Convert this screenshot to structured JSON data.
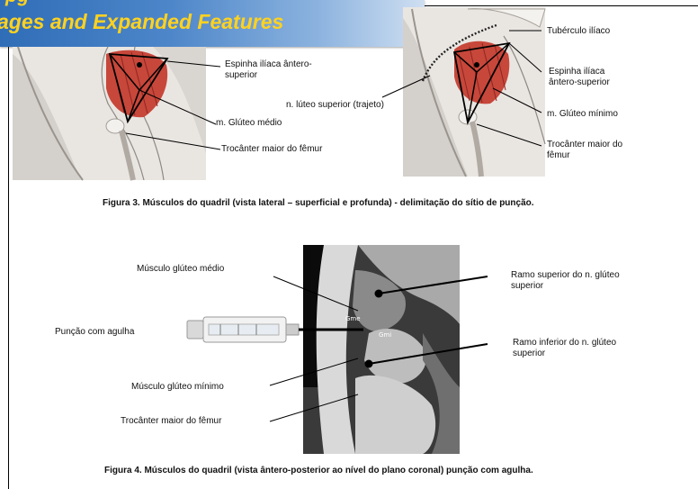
{
  "banner": {
    "line1": "pg",
    "line2": "ages and Expanded Features"
  },
  "fig3": {
    "left_labels": {
      "espinha": "Espinha ilíaca ântero-superior",
      "gluteo_medio": "m. Glúteo médio",
      "trocanter": "Trocânter maior do fêmur"
    },
    "right_labels": {
      "tuberculo": "Tubérculo ilíaco",
      "espinha": "Espinha ilíaca ântero-superior",
      "nervo": "n. lúteo superior (trajeto)",
      "gluteo_minimo": "m. Glúteo mínimo",
      "trocanter": "Trocânter maior do fêmur"
    },
    "caption": "Figura 3. Músculos do quadril (vista lateral – superficial e profunda) - delimitação do sítio de punção."
  },
  "fig4": {
    "labels": {
      "gluteo_medio": "Músculo glúteo médio",
      "puncao": "Punção com agulha",
      "gluteo_minimo": "Músculo glúteo mínimo",
      "trocanter": "Trocânter maior do fêmur",
      "ramo_superior": "Ramo superior do n. glúteo superior",
      "ramo_inferior": "Ramo inferior do n. glúteo superior"
    },
    "mri_tags": {
      "gme": "Gme",
      "gmi": "Gmi"
    },
    "caption": "Figura 4. Músculos do quadril (vista ântero-posterior ao nível do plano coronal)  punção com agulha."
  }
}
